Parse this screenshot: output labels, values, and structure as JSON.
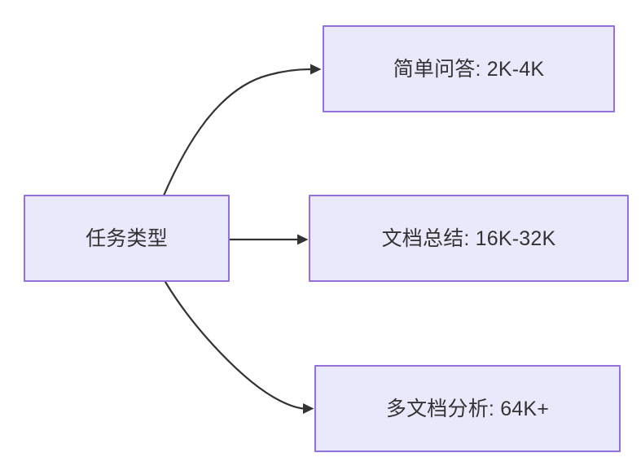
{
  "diagram": {
    "type": "flowchart",
    "direction": "left-to-right",
    "background_color": "#ffffff",
    "node_fill_color": "#eae9fb",
    "node_border_color": "#9370db",
    "node_text_color": "#333333",
    "edge_color": "#333333",
    "root": {
      "id": "root",
      "label": "任务类型"
    },
    "branches": [
      {
        "id": "simple-qa",
        "label": "简单问答: 2K-4K",
        "task": "简单问答",
        "context_length": "2K-4K",
        "edge_style": "curved-up",
        "arrow": "filled-triangle"
      },
      {
        "id": "doc-summary",
        "label": "文档总结: 16K-32K",
        "task": "文档总结",
        "context_length": "16K-32K",
        "edge_style": "straight",
        "arrow": "filled-triangle"
      },
      {
        "id": "multi-doc",
        "label": "多文档分析: 64K+",
        "task": "多文档分析",
        "context_length": "64K+",
        "edge_style": "curved-down",
        "arrow": "filled-triangle"
      }
    ]
  }
}
